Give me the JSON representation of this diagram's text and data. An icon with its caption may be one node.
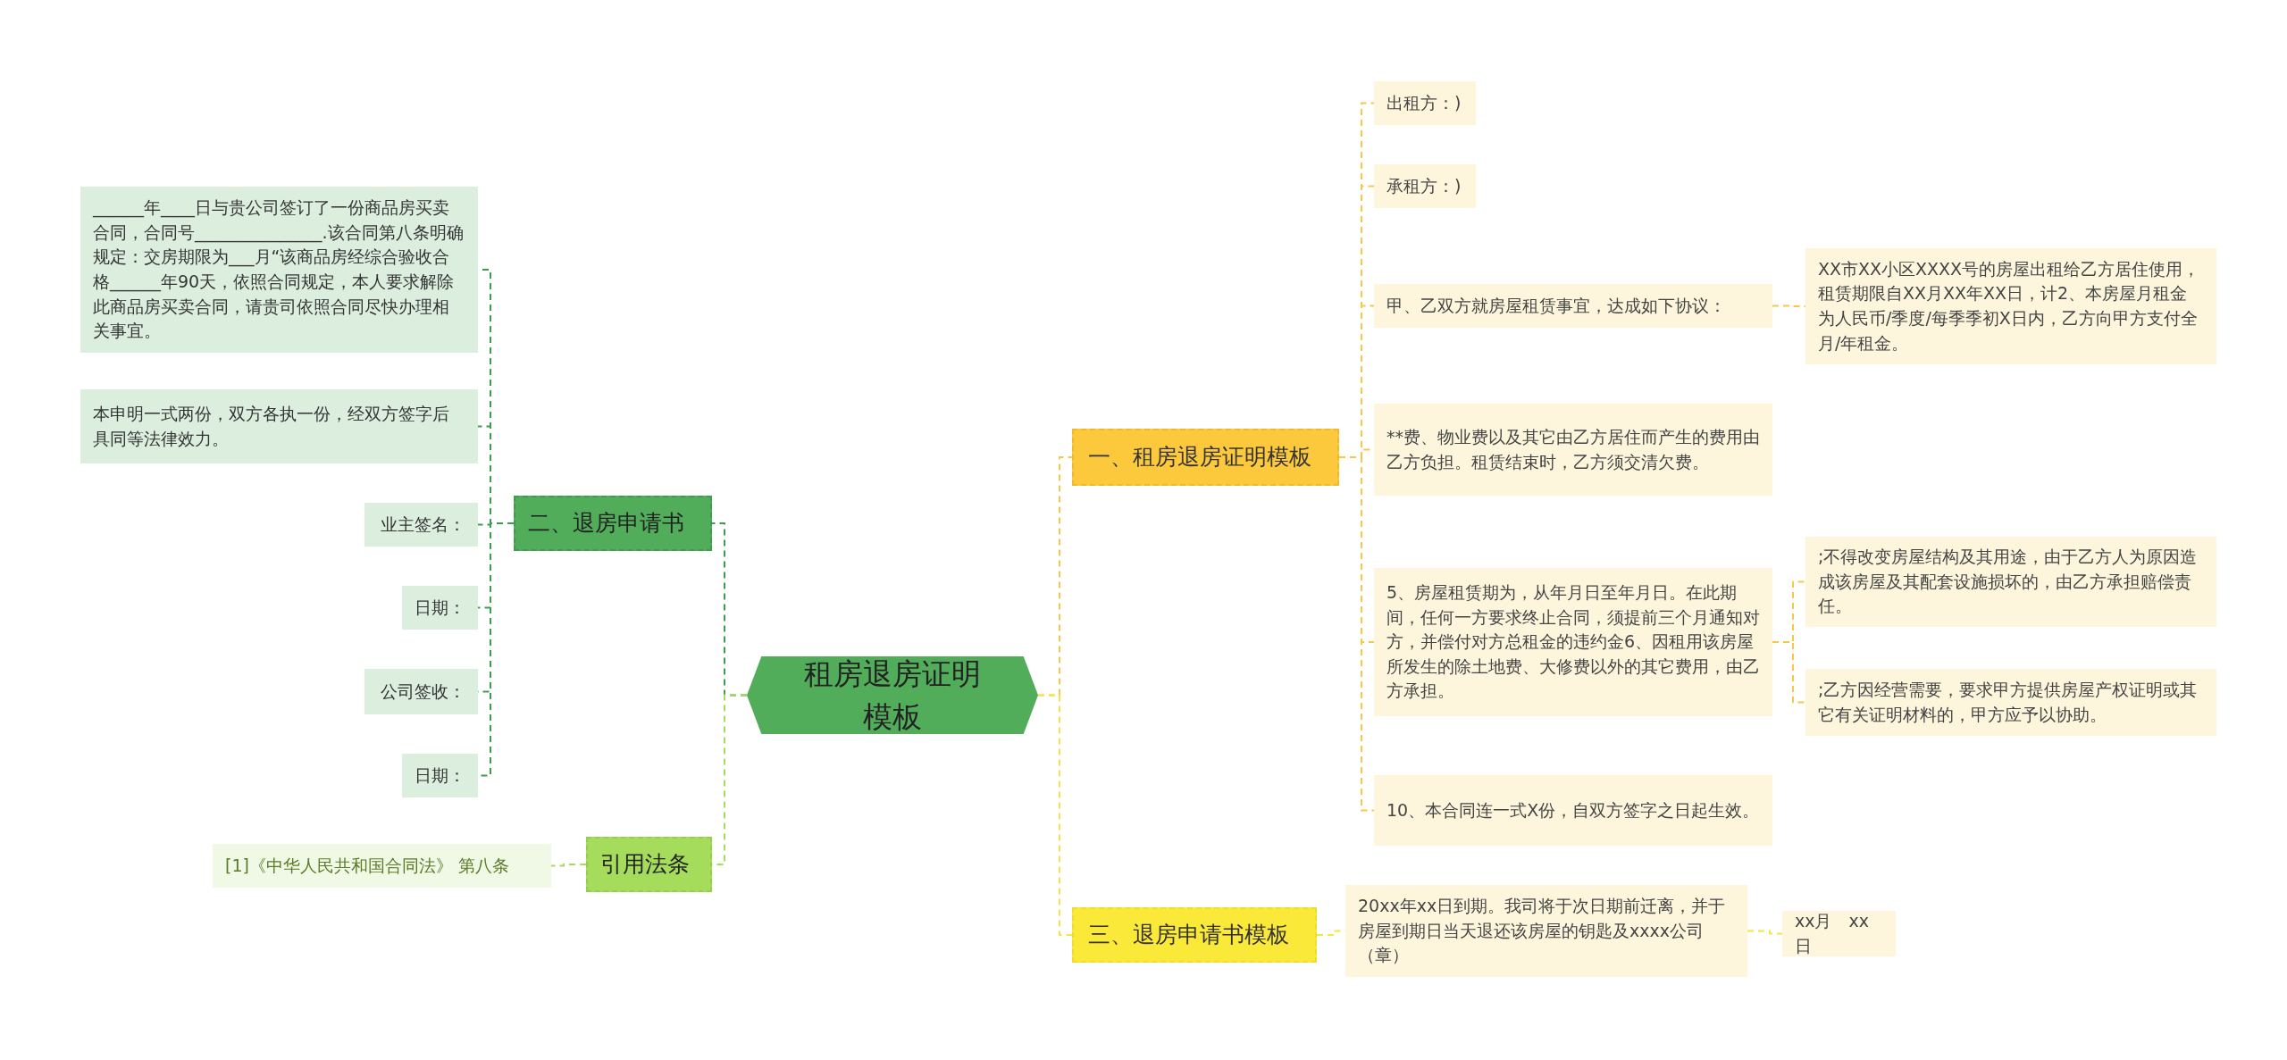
{
  "diagram": {
    "nodes": [
      {
        "text": [
          "租房退房证明模板"
        ]
      },
      {
        "text": [
          "一、租房退房证明模板"
        ]
      },
      {
        "text": [
          "出租方：)"
        ]
      },
      {
        "text": [
          "承租方：)"
        ]
      },
      {
        "text": [
          "甲、乙双方就房屋租赁事宜，达成如下协议："
        ]
      },
      {
        "text": [
          "XX市XX小区XXXX号的房屋出租给乙方居住使用，租赁期限自XX月XX年XX日，计2、本房屋月租金为人民币/季度/每季季初X日内，乙方向甲方支付全月/年租金。"
        ]
      },
      {
        "text": [
          "**费、物业费以及其它由乙方居住而产生的费用由乙方负担。租赁结束时，乙方须交清欠费。"
        ]
      },
      {
        "text": [
          "5、房屋租赁期为，从年月日至年月日。在此期间，任何一方要求终止合同，须提前三个月通知对方，并偿付对方总租金的违约金6、因租用该房屋所发生的除土地费、大修费以外的其它费用，由乙方承担。"
        ]
      },
      {
        "text": [
          ";不得改变房屋结构及其用途，由于乙方人为原因造成该房屋及其配套设施损坏的，由乙方承担赔偿责任。"
        ]
      },
      {
        "text": [
          ";乙方因经营需要，要求甲方提供房屋产权证明或其它有关证明材料的，甲方应予以协助。"
        ]
      },
      {
        "text": [
          "10、本合同连一式X份，自双方签字之日起生效。"
        ]
      },
      {
        "text": [
          "三、退房申请书模板"
        ]
      },
      {
        "text": [
          "20xx年xx日到期。我司将于次日期前迁离，并于房屋到期日当天退还该房屋的钥匙及xxxx公司（章）"
        ]
      },
      {
        "text": [
          "xx月　xx日"
        ]
      },
      {
        "text": [
          "二、退房申请书"
        ]
      },
      {
        "text": [
          "______年____日与贵公司签订了一份商品房买卖合同，合同号_______________.该合同第八条明确规定：交房期限为___月“该商品房经综合验收合格______年90天，依照合同规定，本人要求解除此商品房买卖合同，请贵司依照合同尽快办理相关事宜。"
        ]
      },
      {
        "text": [
          "本申明一式两份，双方各执一份，经双方签字后具同等法律效力。"
        ]
      },
      {
        "text": [
          "业主签名："
        ]
      },
      {
        "text": [
          "日期："
        ]
      },
      {
        "text": [
          "公司签收："
        ]
      },
      {
        "text": [
          "日期："
        ]
      },
      {
        "text": [
          "引用法条"
        ]
      },
      {
        "text": [
          "[1]《中华人民共和国合同法》 第八条"
        ]
      }
    ],
    "edges": [
      {
        "from": 0,
        "to": 1,
        "arrow": "none",
        "style": "dashed",
        "color": "#f7c843"
      },
      {
        "from": 1,
        "to": 2,
        "arrow": "none",
        "style": "dashed",
        "color": "#f7c843"
      },
      {
        "from": 1,
        "to": 3,
        "arrow": "none",
        "style": "dashed",
        "color": "#f7c843"
      },
      {
        "from": 1,
        "to": 4,
        "arrow": "none",
        "style": "dashed",
        "color": "#f7c843"
      },
      {
        "from": 4,
        "to": 5,
        "arrow": "none",
        "style": "dashed",
        "color": "#f7c843"
      },
      {
        "from": 1,
        "to": 6,
        "arrow": "none",
        "style": "dashed",
        "color": "#f7c843"
      },
      {
        "from": 1,
        "to": 7,
        "arrow": "none",
        "style": "dashed",
        "color": "#f7c843"
      },
      {
        "from": 7,
        "to": 8,
        "arrow": "none",
        "style": "dashed",
        "color": "#f7c843"
      },
      {
        "from": 7,
        "to": 9,
        "arrow": "none",
        "style": "dashed",
        "color": "#f7c843"
      },
      {
        "from": 1,
        "to": 10,
        "arrow": "none",
        "style": "dashed",
        "color": "#f7c843"
      },
      {
        "from": 0,
        "to": 11,
        "arrow": "none",
        "style": "dashed",
        "color": "#f5e641"
      },
      {
        "from": 11,
        "to": 12,
        "arrow": "none",
        "style": "dashed",
        "color": "#f5e641"
      },
      {
        "from": 12,
        "to": 13,
        "arrow": "none",
        "style": "dashed",
        "color": "#f5e641"
      },
      {
        "from": 0,
        "to": 14,
        "arrow": "none",
        "style": "dashed",
        "color": "#3e9c4e"
      },
      {
        "from": 14,
        "to": 15,
        "arrow": "none",
        "style": "dashed",
        "color": "#3e9c4e"
      },
      {
        "from": 14,
        "to": 16,
        "arrow": "none",
        "style": "dashed",
        "color": "#3e9c4e"
      },
      {
        "from": 14,
        "to": 17,
        "arrow": "none",
        "style": "dashed",
        "color": "#3e9c4e"
      },
      {
        "from": 14,
        "to": 18,
        "arrow": "none",
        "style": "dashed",
        "color": "#3e9c4e"
      },
      {
        "from": 14,
        "to": 19,
        "arrow": "none",
        "style": "dashed",
        "color": "#3e9c4e"
      },
      {
        "from": 14,
        "to": 20,
        "arrow": "none",
        "style": "dashed",
        "color": "#3e9c4e"
      },
      {
        "from": 0,
        "to": 21,
        "arrow": "none",
        "style": "dashed",
        "color": "#a6dc5c"
      },
      {
        "from": 21,
        "to": 22,
        "arrow": "none",
        "style": "dashed",
        "color": "#a6dc5c"
      }
    ]
  }
}
